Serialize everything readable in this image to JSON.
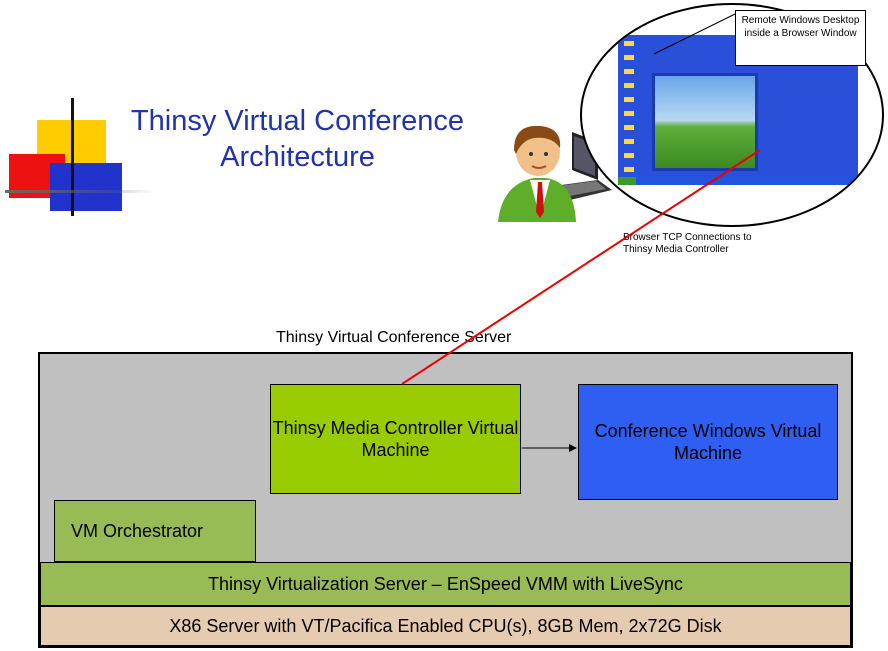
{
  "title": "Thinsy Virtual Conference Architecture",
  "callout": {
    "text": "Remote Windows Desktop inside a Browser Window"
  },
  "connection_label": "Browser TCP Connections to Thinsy Media Controller",
  "server": {
    "title": "Thinsy Virtual Conference Server",
    "media_controller": "Thinsy Media Controller Virtual Machine",
    "conference_vm": "Conference Windows Virtual Machine",
    "orchestrator": "VM Orchestrator",
    "virtualization": "Thinsy Virtualization Server – EnSpeed VMM with LiveSync",
    "hardware": "X86 Server with VT/Pacifica Enabled CPU(s), 8GB Mem, 2x72G Disk"
  },
  "icons": [
    "user-icon",
    "laptop-icon",
    "desktop-screenshot"
  ],
  "colors": {
    "title": "#2233aa",
    "media_controller": "#99cc00",
    "conference_vm": "#2e5ff2",
    "layer": "#99bb55",
    "hardware": "#e5cbb0",
    "server_bg": "#c0c0c0",
    "connection_line": "#ee0000"
  }
}
